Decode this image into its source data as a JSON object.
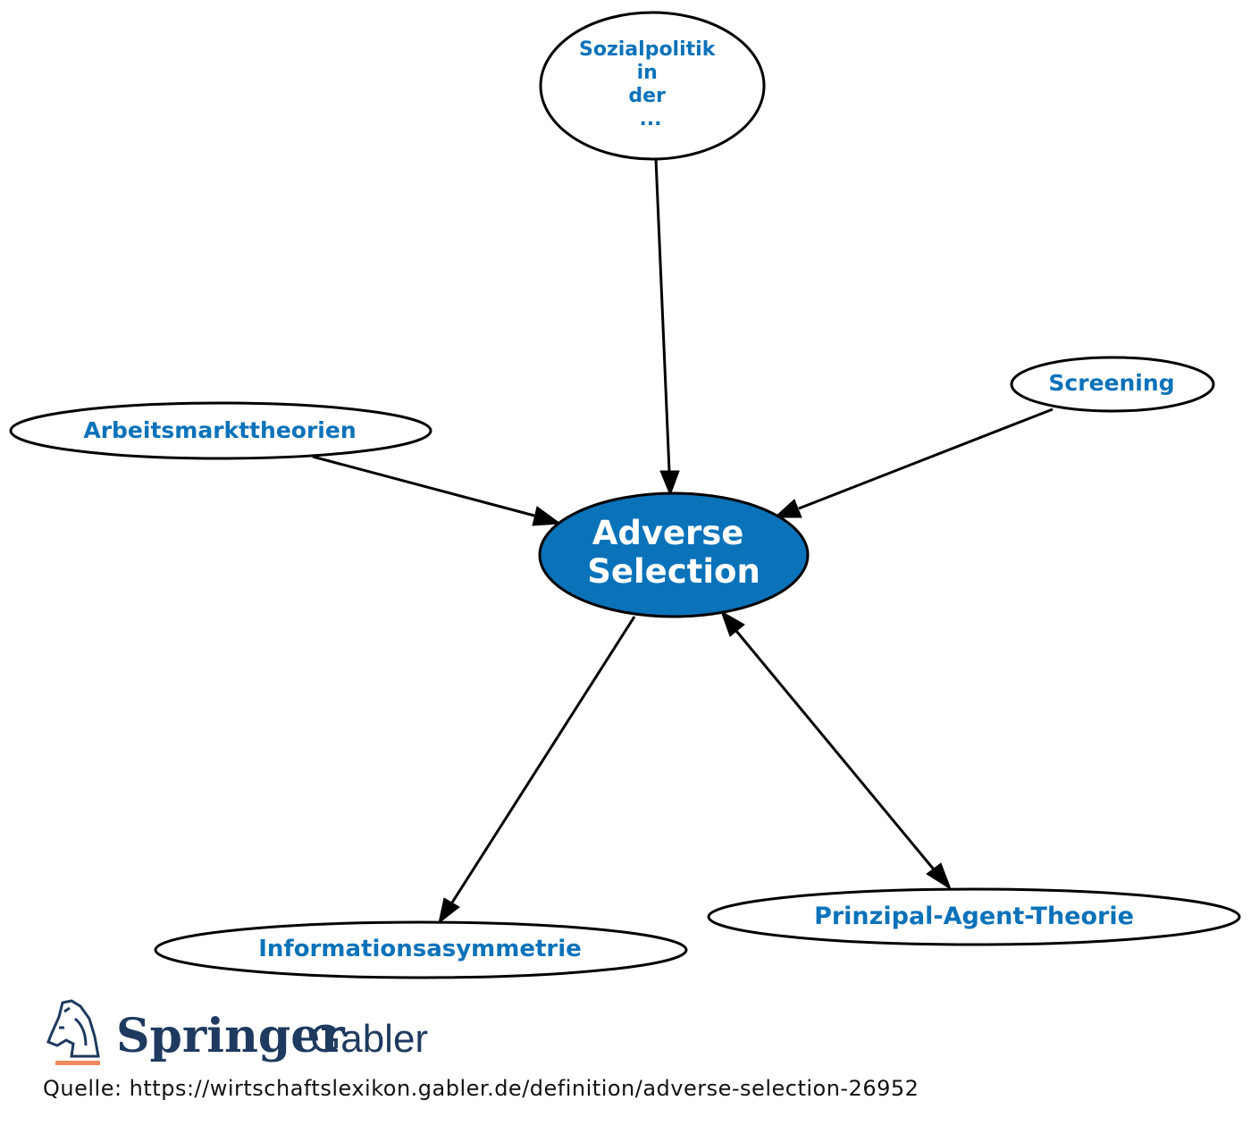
{
  "nodes": {
    "sozialpolitik": {
      "lines": [
        "Sozialpolitik",
        "in",
        "der",
        "..."
      ]
    },
    "arbeitsmarkt": {
      "label": "Arbeitsmarkttheorien"
    },
    "screening": {
      "label": "Screening"
    },
    "adverse": {
      "lines": [
        "Adverse",
        "Selection"
      ]
    },
    "information": {
      "label": "Informationsasymmetrie"
    },
    "prinzipal": {
      "label": "Prinzipal-Agent-Theorie"
    }
  },
  "colors": {
    "link_text": "#0a72b9",
    "center_fill": "#0a72b9",
    "center_text": "#ffffff",
    "logo_blue": "#1f3a5f",
    "logo_orange": "#f08a5d"
  },
  "logo": {
    "brand": "Springer",
    "imprint": "Gabler"
  },
  "source": {
    "text": "Quelle: https://wirtschaftslexikon.gabler.de/definition/adverse-selection-26952"
  }
}
